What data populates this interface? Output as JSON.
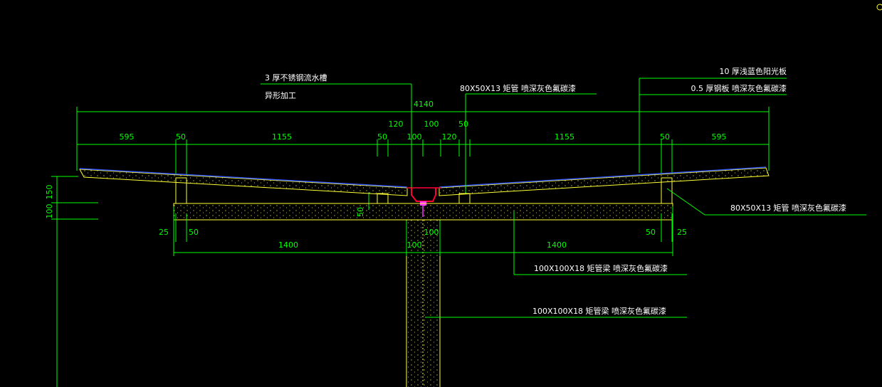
{
  "colors": {
    "background": "#000000",
    "dimension": "#00ff00",
    "outline": "#ffff33",
    "text": "#ffffff",
    "panel_top": "#3355ff",
    "gutter": "#ff0033",
    "marker": "#ff33ff"
  },
  "annotations": {
    "gutter_line1": "3 厚不锈钢流水槽",
    "gutter_line2": "异形加工",
    "tube_top": "80X50X13   矩管  喷深灰色氟碳漆",
    "panel_line1": "10  厚浅蓝色阳光板",
    "panel_line2": "0.5  厚钢板  喷深灰色氟碳漆",
    "tube_right": "80X50X13   矩管  喷深灰色氟碳漆",
    "beam1": "100X100X18    矩管梁  喷深灰色氟碳漆",
    "beam2": "100X100X18    矩管梁  喷深灰色氟碳漆"
  },
  "dims": {
    "overall": "4140",
    "d595_l": "595",
    "d50_l1": "50",
    "d1155_l": "1155",
    "d50_l2": "50",
    "d120_top": "120",
    "d100_a": "100",
    "d100_b": "100",
    "d120_b": "120",
    "d50_r1": "50",
    "d1155_r": "1155",
    "d50_r2": "50",
    "d595_r": "595",
    "v150": "150",
    "v100": "100",
    "v50": "50",
    "d25_l": "25",
    "d50_ll": "50",
    "d1400_l": "1400",
    "d100_c": "100",
    "d100_d": "100",
    "d1400_r": "1400",
    "d50_rr": "50",
    "d25_r": "25"
  }
}
